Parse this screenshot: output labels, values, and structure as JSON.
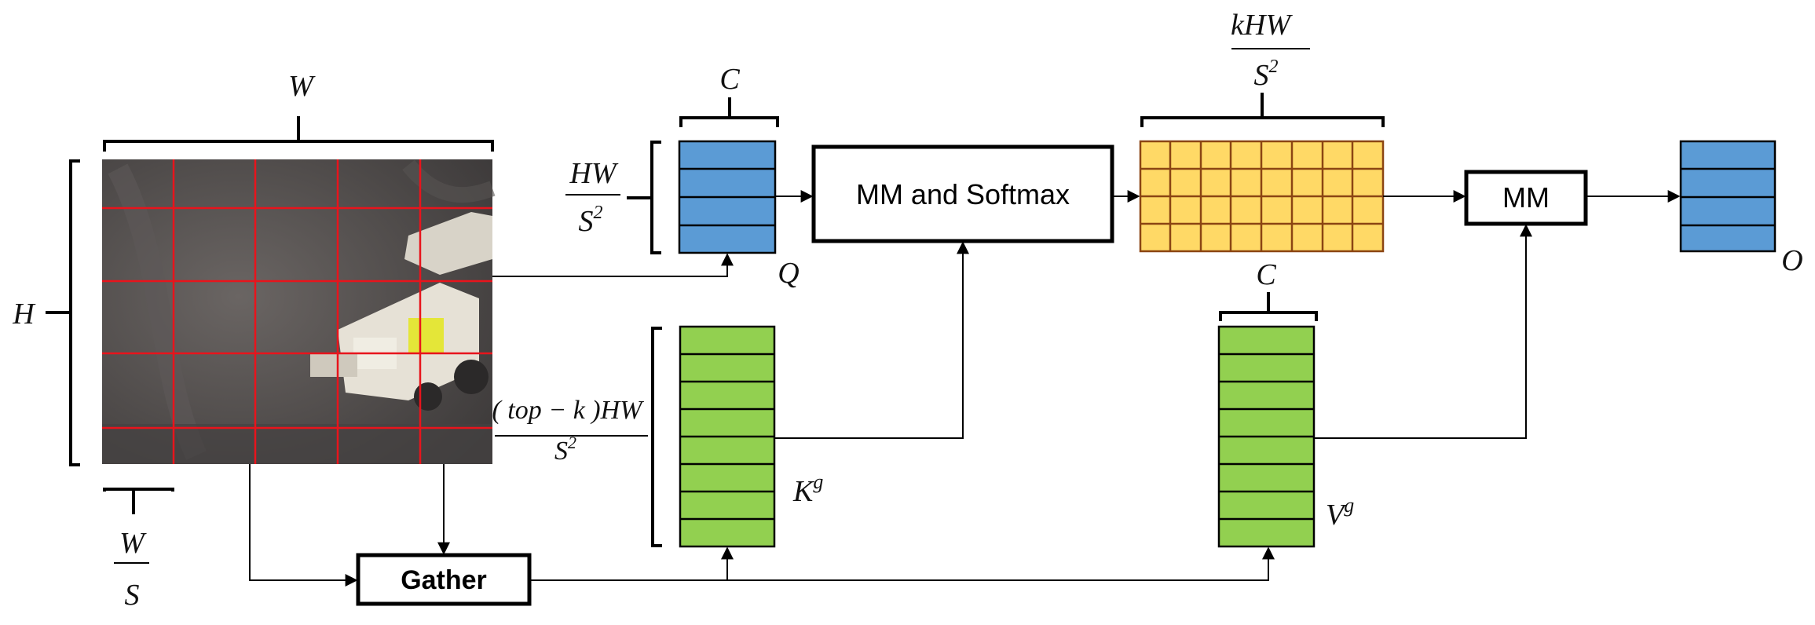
{
  "labels": {
    "image_width": "W",
    "image_height": "H",
    "region_width_num": "W",
    "region_width_den": "S",
    "q_channels": "C",
    "q_rows_num": "HW",
    "q_rows_den": "S",
    "q_rows_den_exp": "2",
    "q_name": "Q",
    "k_rows_num": "( top − k )HW",
    "k_rows_den": "S",
    "k_rows_den_exp": "2",
    "k_name": "K",
    "k_sup": "g",
    "attn_cols_num": "kHW",
    "attn_cols_den": "S",
    "attn_cols_den_exp": "2",
    "v_channels": "C",
    "v_name": "V",
    "v_sup": "g",
    "o_name": "O"
  },
  "boxes": {
    "mm_softmax": "MM and Softmax",
    "mm": "MM",
    "gather": "Gather"
  },
  "colors": {
    "query": "#5b9bd5",
    "key": "#92d050",
    "value": "#92d050",
    "output": "#5b9bd5",
    "attention": "#ffd966",
    "attention_grid": "#8b4513",
    "image_grid": "#e8141c"
  }
}
